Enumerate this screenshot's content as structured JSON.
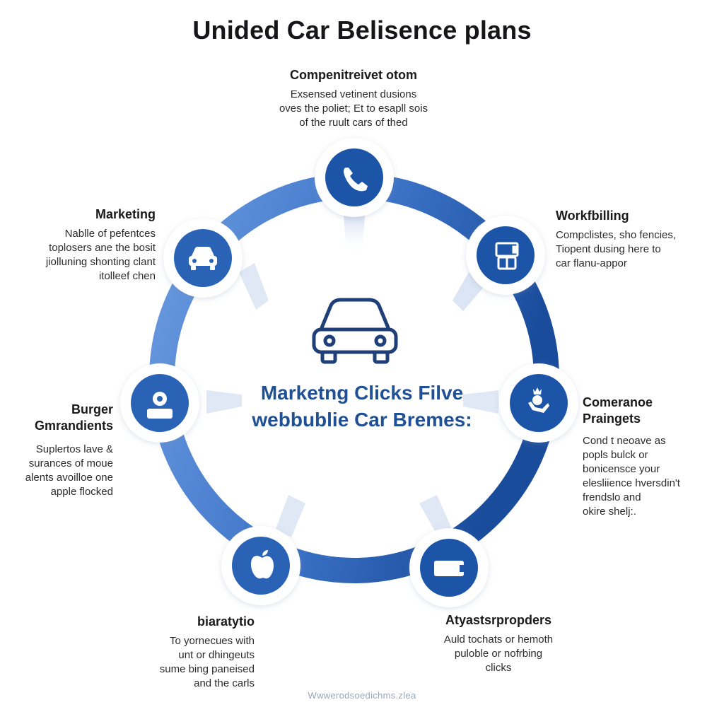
{
  "title": "Unided Car Belisence plans",
  "center": {
    "icon": "car-icon",
    "lines": [
      "Marketng Clicks",
      "Filve webbublie",
      "Car Bremes:"
    ]
  },
  "nodes": {
    "top": {
      "icon": "phone-icon",
      "heading": "Compenitreivet otom",
      "lines": [
        "Exsensed vetinent dusions",
        "oves the poliet; Et to esapll sois",
        "of the ruult cars of thed"
      ]
    },
    "upper_right": {
      "icon": "device-icon",
      "heading": "Workfbilling",
      "lines": [
        "Compclistes, sho fencies,",
        "Tiopent dusing here to",
        "car flanu-appor"
      ]
    },
    "right": {
      "icon": "hand-crown-icon",
      "heading": [
        "Comeranoe",
        "Praingets"
      ],
      "lines": [
        "Cond t neoave as",
        "popls bulck or",
        "bonicensce your",
        "elesliience hversdin't",
        "frendslo and",
        "okire shelj:."
      ]
    },
    "lower_right": {
      "icon": "card-icon",
      "heading": "Atyastsrpropders",
      "lines": [
        "Auld tochats or hemoth",
        "puloble or nofrbing",
        "clicks"
      ]
    },
    "lower_left": {
      "icon": "apple-icon",
      "heading": "biaratytio",
      "lines": [
        "To yornecues with",
        "unt or dhingeuts",
        "sume bing paneised",
        "and the carls"
      ]
    },
    "left": {
      "icon": "user-icon",
      "heading": [
        "Burger",
        "Gmrandients"
      ],
      "lines": [
        "Suplertos lave &",
        "surances of moue",
        "alents avoilloe one",
        "apple flocked"
      ]
    },
    "upper_left": {
      "icon": "car-icon",
      "heading": "Marketing",
      "lines": [
        "Nablle of pefentces",
        "toplosers ane the bosit",
        "jiolluning shonting clant",
        "itolleef chen"
      ]
    }
  },
  "footer": "Wwwerodsoedichms.zlea",
  "colors": {
    "ring_light": "#5b8fd6",
    "ring_dark": "#1f4f9e",
    "node_fill": "#1f55a8",
    "center_text": "#1f4f94",
    "background": "#ffffff"
  }
}
